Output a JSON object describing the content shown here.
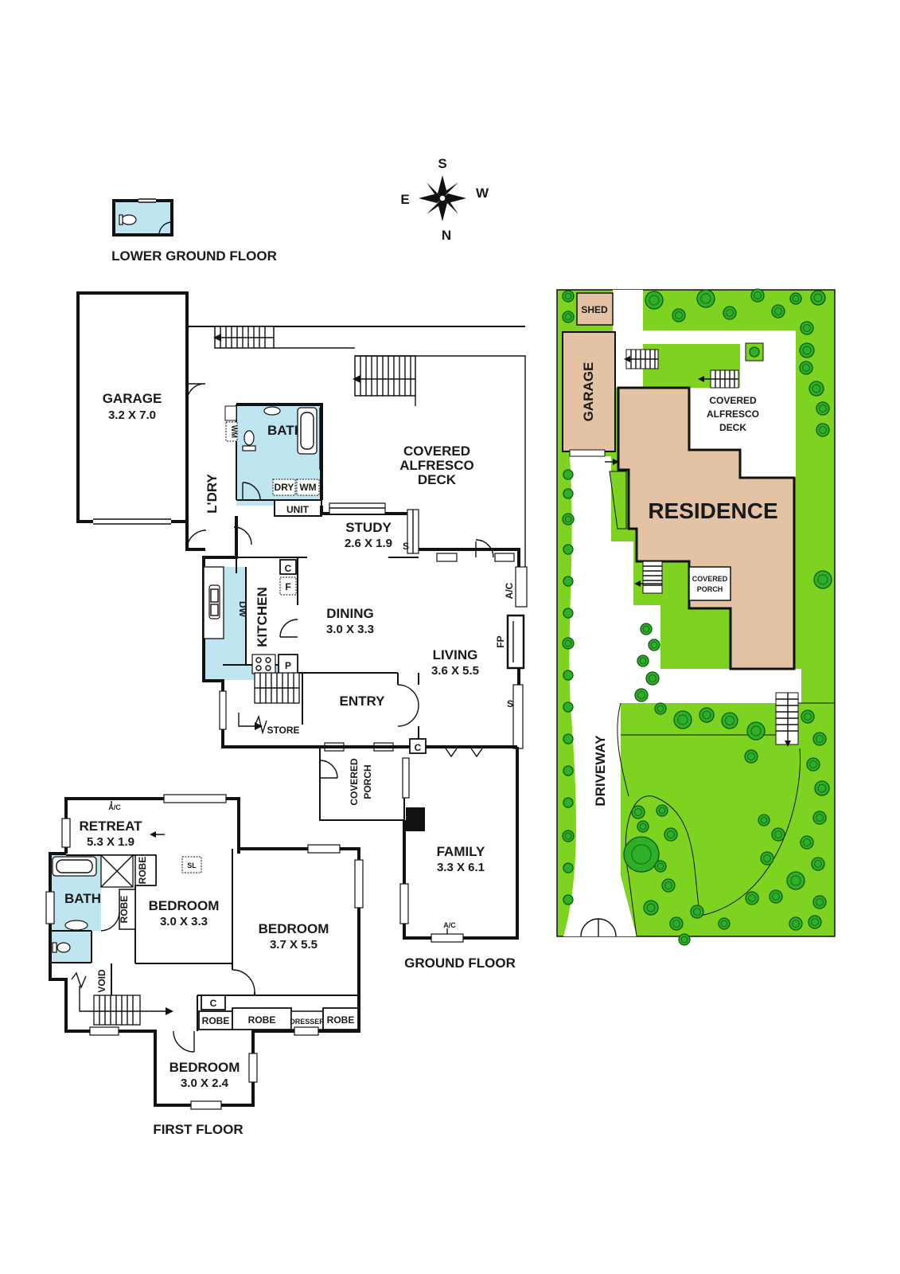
{
  "compass": {
    "s": "S",
    "e": "E",
    "w": "W",
    "n": "N"
  },
  "lower_ground": {
    "label": "LOWER GROUND FLOOR"
  },
  "ground": {
    "label": "GROUND FLOOR",
    "garage": {
      "name": "GARAGE",
      "dim": "3.2 X 7.0"
    },
    "bath": "BATH",
    "wm": "WM",
    "dry": "DRY",
    "unit": "UNIT",
    "laundry": "L'DRY",
    "alfresco": [
      "COVERED",
      "ALFRESCO",
      "DECK"
    ],
    "study": {
      "name": "STUDY",
      "dim": "2.6 X 1.9"
    },
    "s": "S",
    "c": "C",
    "f": "F",
    "p": "P",
    "dw": "DW",
    "ac": "A/C",
    "fp": "FP",
    "kitchen": "KITCHEN",
    "dining": {
      "name": "DINING",
      "dim": "3.0 X 3.3"
    },
    "living": {
      "name": "LIVING",
      "dim": "3.6 X 5.5"
    },
    "entry": "ENTRY",
    "store": "STORE",
    "porch": [
      "COVERED",
      "PORCH"
    ],
    "family": {
      "name": "FAMILY",
      "dim": "3.3 X 6.1"
    }
  },
  "first": {
    "label": "FIRST FLOOR",
    "retreat": {
      "name": "RETREAT",
      "dim": "5.3 X 1.9"
    },
    "ac": "A/C",
    "sl": "SL",
    "robe": "ROBE",
    "bath": "BATH",
    "bed1": {
      "name": "BEDROOM",
      "dim": "3.0 X 3.3"
    },
    "bed2": {
      "name": "BEDROOM",
      "dim": "3.7 X 5.5"
    },
    "bed3": {
      "name": "BEDROOM",
      "dim": "3.0 X 2.4"
    },
    "void": "VOID",
    "c": "C",
    "dresser": "DRESSER"
  },
  "site": {
    "shed": "SHED",
    "garage": "GARAGE",
    "alfresco": [
      "COVERED",
      "ALFRESCO",
      "DECK"
    ],
    "residence": "RESIDENCE",
    "porch": [
      "COVERED",
      "PORCH"
    ],
    "driveway": "DRIVEWAY"
  },
  "colors": {
    "wet": "#bfe5f0",
    "residence": "#e4c3a4",
    "garden": "#7ed321",
    "tree": "#2fae2a"
  }
}
